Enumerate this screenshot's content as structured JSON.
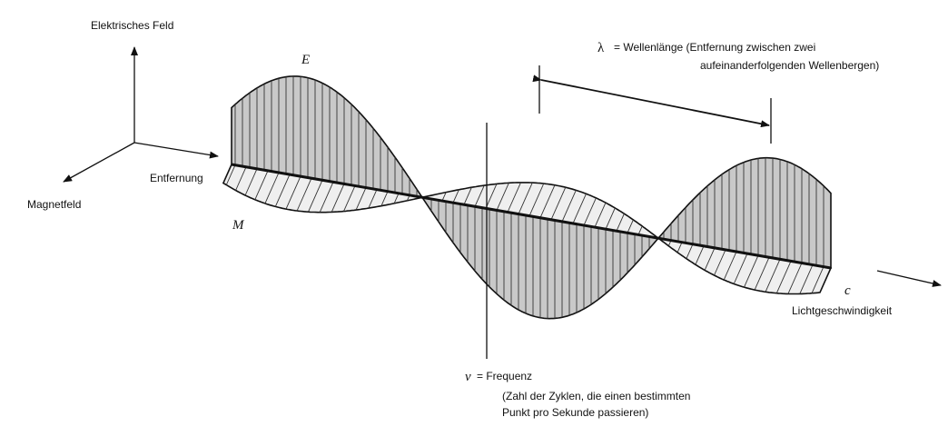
{
  "axes": {
    "electric_field": "Elektrisches Feld",
    "magnetic_field": "Magnetfeld",
    "distance": "Entfernung"
  },
  "wave": {
    "e_symbol": "E",
    "m_symbol": "M",
    "c_symbol": "c",
    "speed_label": "Lichtgeschwindigkeit"
  },
  "wavelength": {
    "symbol": "λ",
    "line1": "= Wellenlänge (Entfernung zwischen zwei",
    "line2": "aufeinanderfolgenden Wellenbergen)"
  },
  "frequency": {
    "symbol": "ν",
    "line1": "= Frequenz",
    "line2": "(Zahl der Zyklen, die einen bestimmten",
    "line3": "Punkt pro Sekunde passieren)"
  },
  "colors": {
    "ink": "#111111",
    "e_fill": "#c9c9c9",
    "m_fill": "#efefef"
  }
}
